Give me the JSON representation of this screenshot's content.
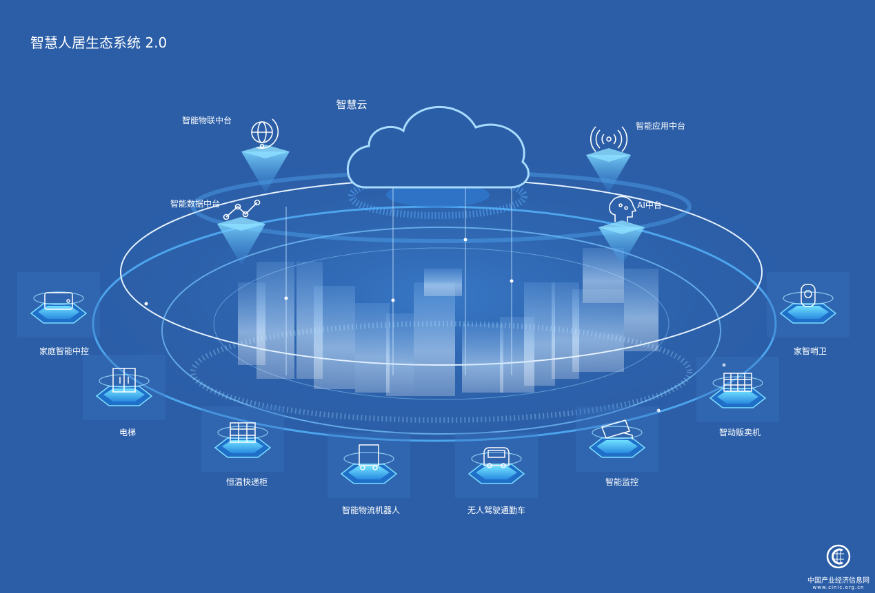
{
  "title": "智慧人居生态系统 2.0",
  "cloud": {
    "label": "智慧云"
  },
  "platforms": [
    {
      "label": "智能物联中台",
      "icon": "globe-icon"
    },
    {
      "label": "智能数据中台",
      "icon": "line-chart-icon"
    },
    {
      "label": "智能应用中台",
      "icon": "signal-broadcast-icon"
    },
    {
      "label": "AI中台",
      "icon": "ai-head-icon"
    }
  ],
  "devices": [
    {
      "label": "家庭智能中控",
      "icon": "tablet-icon"
    },
    {
      "label": "电梯",
      "icon": "elevator-icon"
    },
    {
      "label": "恒温快递柜",
      "icon": "locker-icon"
    },
    {
      "label": "智能物流机器人",
      "icon": "robot-cart-icon"
    },
    {
      "label": "无人驾驶通勤车",
      "icon": "shuttle-car-icon"
    },
    {
      "label": "智能监控",
      "icon": "camera-icon"
    },
    {
      "label": "智动贩卖机",
      "icon": "vending-machine-icon"
    },
    {
      "label": "家智哨卫",
      "icon": "doorbell-icon"
    }
  ],
  "watermark": {
    "name": "中国产业经济信息网",
    "url": "www.cinic.org.cn"
  },
  "colors": {
    "background": "#2b5ea7",
    "glow": "#6fd0ff",
    "line": "#e6f2ff"
  }
}
